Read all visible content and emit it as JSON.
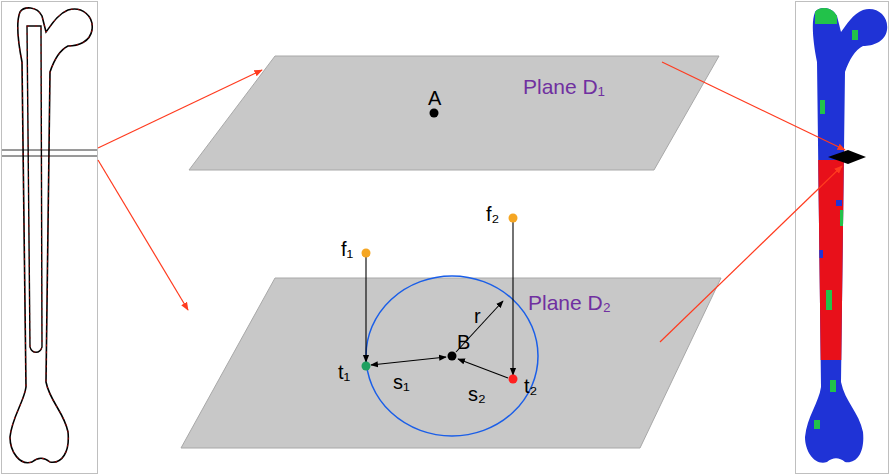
{
  "diagram": {
    "nodes": [
      {
        "text": [
          "Plane D₁"
        ]
      },
      {
        "text": [
          "Plane D₂"
        ]
      }
    ],
    "labels": [
      "A",
      "f₁",
      "f₂",
      "B",
      "r",
      "t₁",
      "s₁",
      "s₂",
      "t₂"
    ]
  }
}
